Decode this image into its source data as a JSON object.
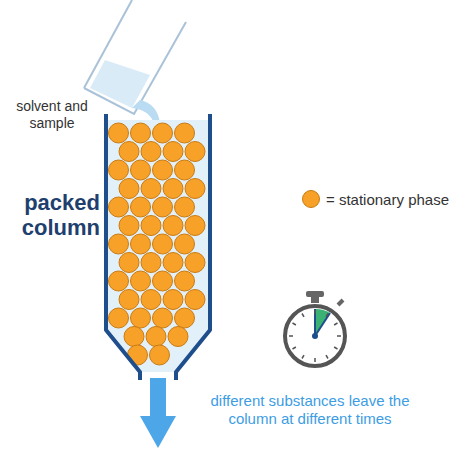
{
  "diagram": {
    "labels": [
      "solvent and sample",
      "packed column",
      "different substances leave the column at different times"
    ],
    "legend": [
      {
        "text": "= stationary phase",
        "color": "#f7a128"
      }
    ]
  }
}
